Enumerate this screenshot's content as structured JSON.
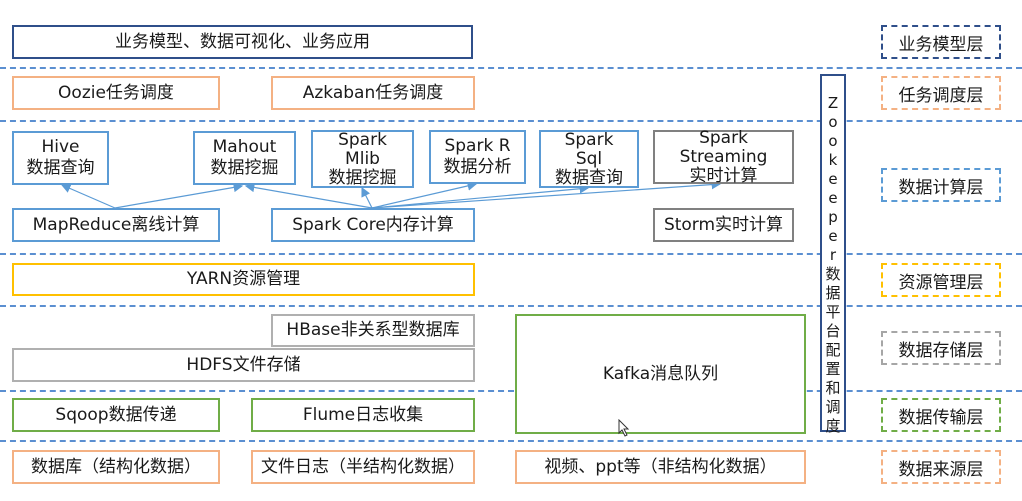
{
  "business": {
    "app": "业务模型、数据可视化、业务应用"
  },
  "scheduling": {
    "oozie": "Oozie任务调度",
    "azkaban": "Azkaban任务调度"
  },
  "compute": {
    "hive": "Hive\n数据查询",
    "mahout": "Mahout\n数据挖掘",
    "spark_mlib": "Spark\nMlib\n数据挖掘",
    "spark_r": "Spark R\n数据分析",
    "spark_sql": "Spark\nSql\n数据查询",
    "spark_streaming": "Spark\nStreaming\n实时计算",
    "mapreduce": "MapReduce离线计算",
    "spark_core": "Spark Core内存计算",
    "storm": "Storm实时计算"
  },
  "resource": {
    "yarn": "YARN资源管理"
  },
  "storage": {
    "hbase": "HBase非关系型数据库",
    "hdfs": "HDFS文件存储",
    "kafka": "Kafka消息队列"
  },
  "transport": {
    "sqoop": "Sqoop数据传递",
    "flume": "Flume日志收集"
  },
  "sources": {
    "db": "数据库（结构化数据）",
    "logs": "文件日志（半结构化数据）",
    "media": "视频、ppt等（非结构化数据）"
  },
  "zookeeper": {
    "chars": [
      "Z",
      "o",
      "o",
      "k",
      "e",
      "e",
      "p",
      "e",
      "r",
      "数",
      "据",
      "平",
      "台",
      "配",
      "置",
      "和",
      "调",
      "度"
    ]
  },
  "layers": {
    "business": "业务模型层",
    "scheduling": "任务调度层",
    "compute": "数据计算层",
    "resource": "资源管理层",
    "storage": "数据存储层",
    "transport": "数据传输层",
    "source": "数据来源层"
  },
  "colors": {
    "navy": "#2f4f8a",
    "blue": "#5b9bd5",
    "orange": "#f4b183",
    "gold": "#ffc000",
    "green": "#70ad47",
    "gray": "#808080"
  }
}
